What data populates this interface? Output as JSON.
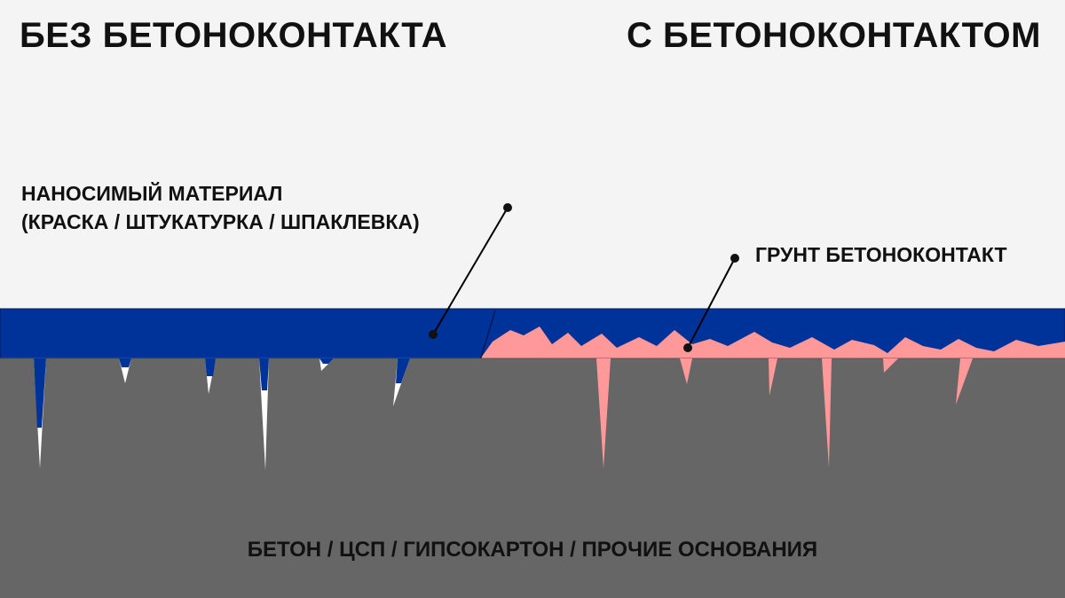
{
  "headings": {
    "left": "БЕЗ БЕТОНОКОНТАКТА",
    "right": "С БЕТОНОКОНТАКТОМ"
  },
  "labels": {
    "material_line1": "НАНОСИМЫЙ МАТЕРИАЛ",
    "material_line2": "(КРАСКА / ШТУКАТУРКА / ШПАКЛЕВКА)",
    "primer": "ГРУНТ БЕТОНОКОНТАКТ",
    "base": "БЕТОН / ЦСП / ГИПСОКАРТОН / ПРОЧИЕ ОСНОВАНИЯ"
  },
  "colors": {
    "background": "#f4f4f4",
    "applied_material": "#003399",
    "primer": "#ff9999",
    "base": "#666666",
    "pore_void": "#ffffff",
    "text": "#111111"
  }
}
